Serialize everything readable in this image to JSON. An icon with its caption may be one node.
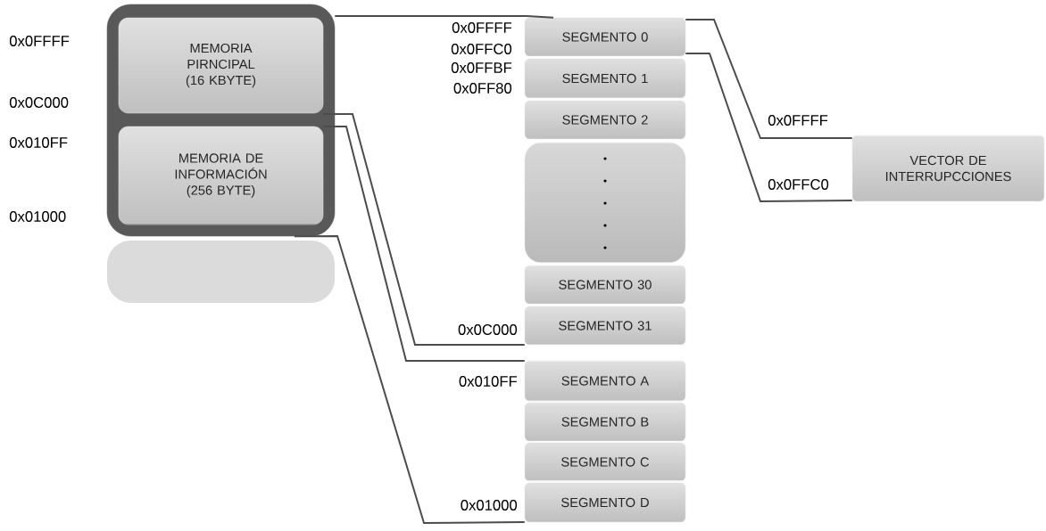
{
  "diagram": {
    "nodes": [
      {
        "text": [],
        "shape": "box"
      },
      {
        "text": [
          "MEMORIA PIRNCIPAL (16 KBYTE)"
        ],
        "in": 0
      },
      {
        "text": [
          "MEMORIA DE INFORMACIÓN (256 BYTE)"
        ],
        "in": 0
      },
      {
        "text": [
          "SEGMENTO 0"
        ]
      },
      {
        "text": [
          "SEGMENTO 1"
        ]
      },
      {
        "text": [
          "SEGMENTO 2"
        ]
      },
      {
        "text": [],
        "shape": "box"
      },
      {
        "text": [
          "SEGMENTO 30"
        ]
      },
      {
        "text": [
          "SEGMENTO 31"
        ]
      },
      {
        "text": [
          "SEGMENTO A"
        ]
      },
      {
        "text": [
          "SEGMENTO B"
        ]
      },
      {
        "text": [
          "SEGMENTO C"
        ]
      },
      {
        "text": [
          "SEGMENTO D"
        ]
      },
      {
        "text": [
          "VECTOR DE INTERRUPCCIONES"
        ]
      }
    ],
    "edges": [
      {
        "from": 0,
        "to": 3,
        "arrow": "none"
      },
      {
        "from": 1,
        "to": 8,
        "arrow": "none"
      },
      {
        "from": 2,
        "to": 9,
        "arrow": "none"
      },
      {
        "from": 0,
        "to": 12,
        "arrow": "none"
      },
      {
        "from": 3,
        "to": 13,
        "arrow": "none"
      },
      {
        "from": 3,
        "to": 13,
        "arrow": "none"
      }
    ],
    "labels": [
      "0x0FFFF",
      "0x0C000",
      "0x010FF",
      "0x01000",
      "0x0FFFF",
      "0x0FFC0",
      "0x0FFBF",
      "0x0FF80",
      "0x0C000",
      "0x010FF",
      "0x01000",
      "0x0FFFF",
      "0x0FFC0"
    ]
  }
}
